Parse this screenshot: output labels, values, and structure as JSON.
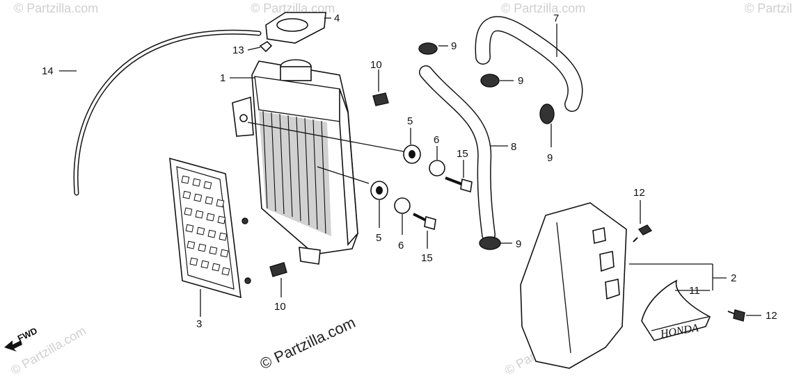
{
  "watermark": "© Partzilla.com",
  "fwd_label": "FWD",
  "callouts": {
    "c1": "1",
    "c2": "2",
    "c3": "3",
    "c4": "4",
    "c5a": "5",
    "c5b": "5",
    "c6a": "6",
    "c6b": "6",
    "c7": "7",
    "c8": "8",
    "c9a": "9",
    "c9b": "9",
    "c9c": "9",
    "c9d": "9",
    "c10a": "10",
    "c10b": "10",
    "c11": "11",
    "c12a": "12",
    "c12b": "12",
    "c13": "13",
    "c14": "14",
    "c15a": "15",
    "c15b": "15"
  },
  "emblem_text": "HONDA",
  "colors": {
    "ink": "#111111",
    "watermark_faint": "#cfcfcf"
  }
}
